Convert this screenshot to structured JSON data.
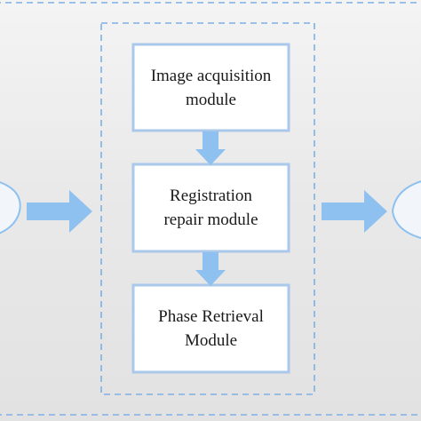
{
  "modules": [
    {
      "label": "Image acquisition\nmodule"
    },
    {
      "label": "Registration\nrepair module"
    },
    {
      "label": "Phase Retrieval\nModule"
    }
  ],
  "colors": {
    "box_border": "#a9c8ea",
    "box_fill": "#ffffff",
    "dashed_border": "#7fb0e3",
    "arrow_fill": "#8ec1f0",
    "ellipse_stroke": "#8ec1f0",
    "text": "#1a1a1a"
  }
}
